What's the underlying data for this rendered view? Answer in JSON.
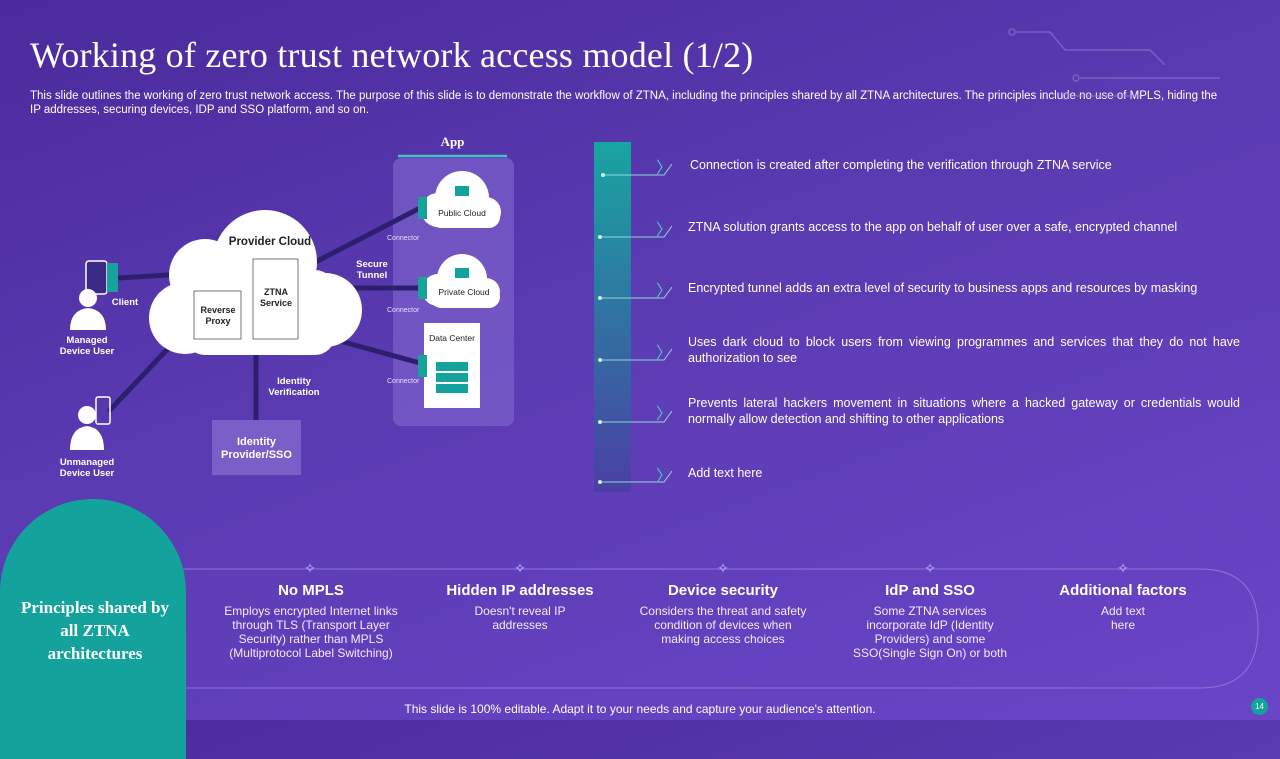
{
  "slide": {
    "title": "Working of zero trust network access model (1/2)",
    "subtitle": "This slide outlines the working of zero trust network access. The purpose of this slide is to demonstrate the workflow of ZTNA, including the principles shared by all ZTNA architectures. The principles include no use of MPLS, hiding the IP addresses, securing devices, IDP and SSO platform, and so on.",
    "footer": "This slide is 100% editable. Adapt it to your needs and capture your audience's attention.",
    "page_number": "14"
  },
  "diagram": {
    "app_label": "App",
    "provider_cloud": "Provider Cloud",
    "reverse_proxy": "Reverse Proxy",
    "ztna_service": "ZTNA Service",
    "client": "Client",
    "managed_user": "Managed Device User",
    "unmanaged_user": "Unmanaged Device User",
    "secure_tunnel": "Secure Tunnel",
    "identity_verification": "Identity Verification",
    "identity_provider": "Identity Provider/SSO",
    "public_cloud": "Public Cloud",
    "private_cloud": "Private Cloud",
    "data_center": "Data Center",
    "connector": "Connector"
  },
  "steps": [
    "Connection is created after completing the verification through ZTNA service",
    "ZTNA solution grants access to the app on behalf of user over a safe, encrypted channel",
    "Encrypted tunnel adds an extra level of security to business apps and resources by masking",
    "Uses dark cloud to block users from viewing programmes and services that they do not have authorization to see",
    "Prevents lateral hackers movement in situations where a hacked gateway or credentials would normally allow detection and shifting to other applications",
    "Add text here"
  ],
  "principles": {
    "title": "Principles shared by all ZTNA architectures",
    "items": [
      {
        "head": "No MPLS",
        "text": "Employs encrypted Internet links through TLS (Transport Layer Security) rather than MPLS (Multiprotocol Label Switching)"
      },
      {
        "head": "Hidden IP addresses",
        "text": "Doesn't reveal IP addresses"
      },
      {
        "head": "Device security",
        "text": "Considers the threat and safety condition of devices when making access choices"
      },
      {
        "head": "IdP and SSO",
        "text": "Some ZTNA services incorporate IdP (Identity Providers) and some SSO(Single Sign On) or both"
      },
      {
        "head": "Additional factors",
        "text": "Add text here"
      }
    ]
  },
  "colors": {
    "teal": "#14a39c",
    "bg": "#5b3bb2",
    "dark_line": "#2e1f6e"
  },
  "icons": [
    "user-icon",
    "phone-icon",
    "cloud-icon",
    "server-icon",
    "chevron-right-icon",
    "principle-icon"
  ]
}
